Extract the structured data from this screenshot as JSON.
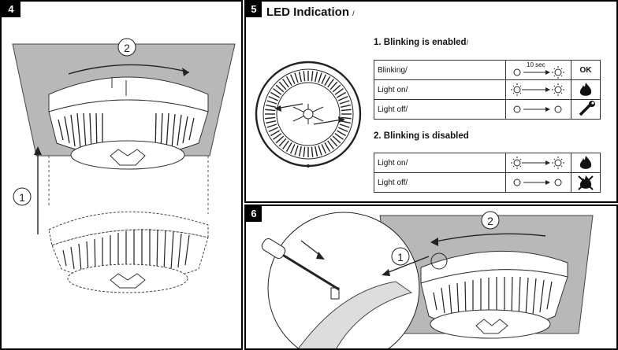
{
  "panel4": {
    "number": "4",
    "callout_1": "1",
    "callout_2": "2"
  },
  "panel5": {
    "number": "5",
    "title": "LED Indication",
    "title_suffix": "/",
    "enabled": {
      "heading": "1. Blinking is enabled",
      "heading_suffix": "/",
      "rows": [
        {
          "label": "Blinking/",
          "timer": "10 sec",
          "sequence": "off-to-on",
          "status": "OK",
          "icon": "ok"
        },
        {
          "label": "Light on/",
          "sequence": "on-to-on",
          "icon": "fire-icon"
        },
        {
          "label": "Light off/",
          "sequence": "off-to-off",
          "icon": "wrench-icon"
        }
      ]
    },
    "disabled": {
      "heading": "2. Blinking is disabled",
      "rows": [
        {
          "label": "Light on/",
          "sequence": "on-to-on",
          "icon": "fire-icon"
        },
        {
          "label": "Light off/",
          "sequence": "off-to-off",
          "icon": "no-fire-icon"
        }
      ]
    }
  },
  "panel6": {
    "number": "6",
    "callout_1": "1",
    "callout_2": "2"
  }
}
